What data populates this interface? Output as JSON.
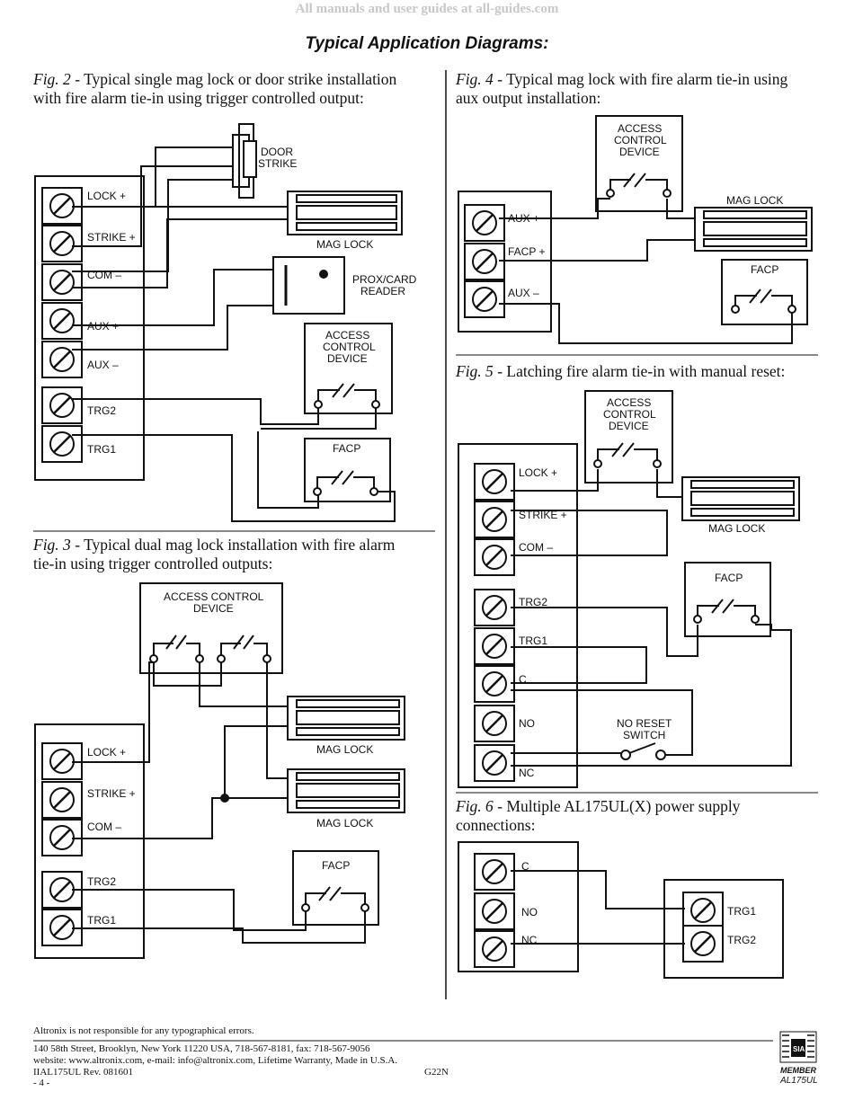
{
  "watermark": "All manuals and user guides at all-guides.com",
  "title": "Typical Application Diagrams:",
  "fig2": {
    "caption_label": "Fig. 2",
    "caption_sep": " - ",
    "caption_line1": " Typical single mag lock or door strike installation",
    "caption_line2": "with fire alarm tie-in using trigger controlled output:",
    "terminals": [
      "LOCK +",
      "STRIKE +",
      "COM –",
      "AUX +",
      "AUX –",
      "TRG2",
      "TRG1"
    ],
    "door_strike": [
      "DOOR",
      "STRIKE"
    ],
    "mag_lock": "MAG LOCK",
    "prox": [
      "PROX/CARD",
      "READER"
    ],
    "access": [
      "ACCESS",
      "CONTROL",
      "DEVICE"
    ],
    "facp": "FACP"
  },
  "fig3": {
    "caption_label": "Fig. 3",
    "caption_line1": " - Typical dual mag lock installation with fire alarm",
    "caption_line2": "tie-in using trigger controlled outputs:",
    "access": [
      "ACCESS CONTROL",
      "DEVICE"
    ],
    "terminals": [
      "LOCK +",
      "STRIKE +",
      "COM –",
      "TRG2",
      "TRG1"
    ],
    "mag_lock_1": "MAG LOCK",
    "mag_lock_2": "MAG LOCK",
    "facp": "FACP"
  },
  "fig4": {
    "caption_label": "Fig. 4",
    "caption_line1": " -  Typical mag lock with fire alarm tie-in using",
    "caption_line2": "aux output installation:",
    "access": [
      "ACCESS",
      "CONTROL",
      "DEVICE"
    ],
    "terminals": [
      "AUX +",
      "FACP +",
      "AUX –"
    ],
    "mag_lock": "MAG LOCK",
    "facp": "FACP"
  },
  "fig5": {
    "caption_label": "Fig. 5",
    "caption_line1": " - Latching fire alarm tie-in with manual reset:",
    "access": [
      "ACCESS",
      "CONTROL",
      "DEVICE"
    ],
    "terminals": [
      "LOCK +",
      "STRIKE +",
      "COM –",
      "TRG2",
      "TRG1",
      "C",
      "NO",
      "NC"
    ],
    "mag_lock": "MAG LOCK",
    "facp": "FACP",
    "switch": [
      "NO RESET",
      "SWITCH"
    ]
  },
  "fig6": {
    "caption_label": "Fig. 6",
    "caption_line1": " - Multiple AL175UL(X) power supply",
    "caption_line2": "connections:",
    "left_terminals": [
      "C",
      "NO",
      "NC"
    ],
    "right_terminals": [
      "TRG1",
      "TRG2"
    ]
  },
  "footer": {
    "disclaimer": "Altronix is not responsible for any typographical errors.",
    "address": "140 58th Street, Brooklyn, New York 11220 USA, 718-567-8181, fax: 718-567-9056",
    "website": "website: www.altronix.com, e-mail: info@altronix.com, Lifetime Warranty, Made in U.S.A.",
    "rev": "IIAL175UL Rev. 081601",
    "code": "G22N",
    "page": "- 4 -",
    "member": "MEMBER",
    "model": "AL175UL",
    "logo_text": "SIA"
  }
}
